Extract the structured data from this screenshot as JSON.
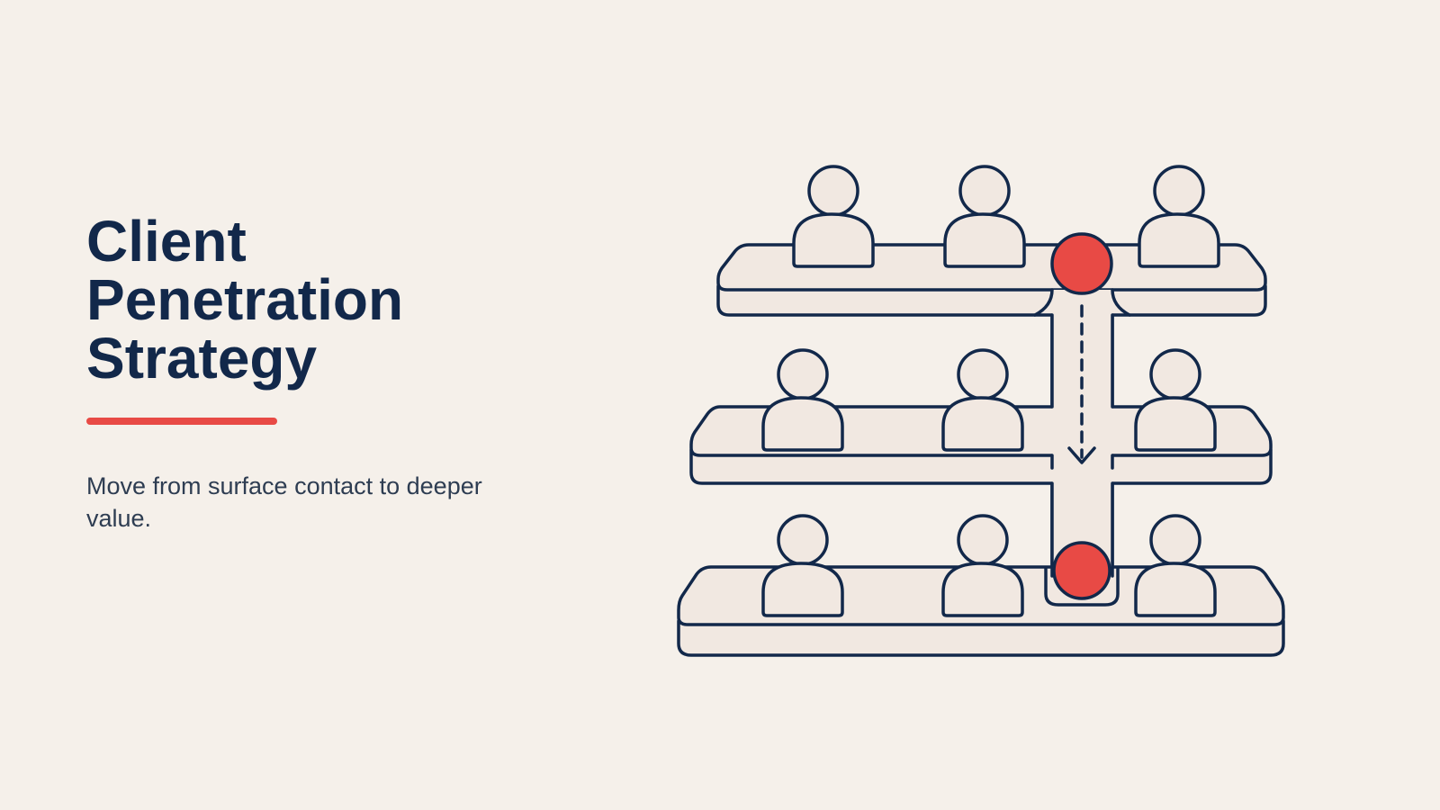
{
  "slide": {
    "title": "Client Penetration Strategy",
    "subtitle": "Move from surface contact to deeper value.",
    "colors": {
      "background": "#f5f0ea",
      "title": "#12284a",
      "text": "#2e3d52",
      "accent": "#e84a45",
      "outline": "#12284a",
      "fill": "#f1e8e1"
    }
  },
  "diagram": {
    "tiers": [
      {
        "name": "top-tier",
        "people": 3,
        "marker": "entry"
      },
      {
        "name": "middle-tier",
        "people": 3,
        "marker": ""
      },
      {
        "name": "bottom-tier",
        "people": 3,
        "marker": "destination"
      }
    ],
    "connector": "dashed-down-arrow"
  }
}
